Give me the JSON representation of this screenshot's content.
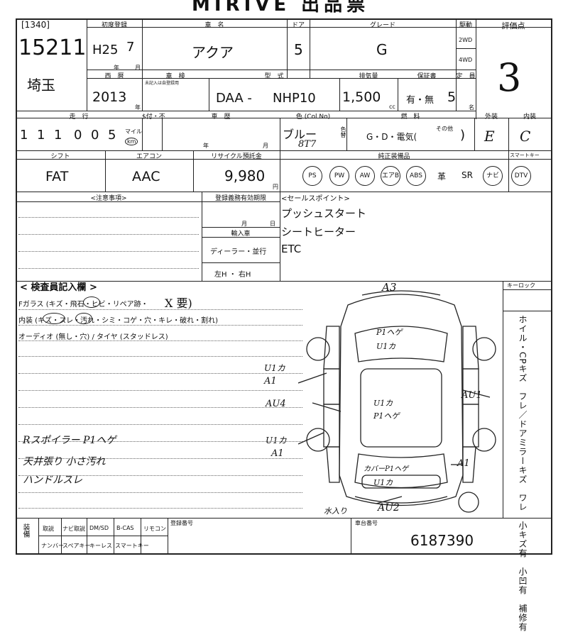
{
  "title": "MIRIVE 出品票",
  "ref_code": "[1340]",
  "lot_number": "15211",
  "first_reg": {
    "header": "初度登録",
    "era_year": "H25",
    "month": "7",
    "year_unit": "年",
    "month_unit": "月"
  },
  "car_name": {
    "header": "車　名",
    "value": "アクア"
  },
  "doors": {
    "header": "ドア",
    "value": "5"
  },
  "grade": {
    "header": "グレード",
    "value": "G"
  },
  "drive": {
    "header": "駆動",
    "opt1": "2WD",
    "opt2": "4WD"
  },
  "score": {
    "header": "評価点",
    "value": "3"
  },
  "region": "埼玉",
  "model_year": {
    "header": "西　暦",
    "value": "2013",
    "unit": "年"
  },
  "inspection": {
    "header": "車　検",
    "note": "未記入は自登録用"
  },
  "model": {
    "header": "型　式",
    "prefix": "DAA -",
    "value": "NHP10"
  },
  "displacement": {
    "header": "排気量",
    "value": "1,500",
    "unit": "cc"
  },
  "warranty": {
    "header": "保証書",
    "value": "有・無"
  },
  "capacity": {
    "header": "定　員",
    "value": "5",
    "unit": "名"
  },
  "mileage": {
    "header": "走　行",
    "digits": [
      "1",
      "1",
      "1",
      "0",
      "0",
      "5"
    ],
    "unit1": "マイル",
    "unit2": "km"
  },
  "gauge": {
    "header": "$付・不"
  },
  "history": {
    "header": "車　歴",
    "year": "年",
    "month": "月"
  },
  "color": {
    "header": "色 (Col.No)",
    "value": "ブルー",
    "code": "8T7",
    "change": "色替"
  },
  "fuel": {
    "header": "燃　料",
    "value": "G・D・電気(",
    "other": "その他",
    "close": ")"
  },
  "exterior": {
    "header": "外装",
    "value": "E"
  },
  "interior": {
    "header": "内装",
    "value": "C"
  },
  "shift": {
    "header": "シフト",
    "value": "FAT"
  },
  "aircon": {
    "header": "エアコン",
    "value": "AAC"
  },
  "recycle": {
    "header": "リサイクル預託金",
    "value": "9,980",
    "unit": "円"
  },
  "equipment": {
    "header": "純正装備品",
    "items": [
      "PS",
      "PW",
      "AW",
      "エアB",
      "ABS",
      "革",
      "SR",
      "ナビ",
      "DTV"
    ]
  },
  "smart_key": "スマートキー",
  "notes_header": "<注意事項>",
  "registry": {
    "header": "登録義務有効期限",
    "month": "月",
    "day": "日",
    "import_header": "輸入車",
    "import_value": "ディーラー・並行",
    "handle": "左H ・ 右H"
  },
  "sales": {
    "header": "<セールスポイント>",
    "lines": [
      "プッシュスタート",
      "シートヒーター",
      "ETC"
    ]
  },
  "inspector": {
    "header": "< 検査員記入欄 >",
    "fglass": "Fガラス (キズ・飛石・ヒビ・リペア跡・",
    "fglass_mark": "X 要)",
    "interior_line": "内装 (キズ・スレ・汚れ・シミ・コゲ・穴・キレ・破れ・割れ)",
    "audio_line": "オーディオ (無し・穴) / タイヤ (スタッドレス)",
    "hand_notes": [
      "Rスポイラー P1ヘゲ",
      "天井張り 小さ汚れ",
      "ハンドルスレ"
    ]
  },
  "keylock": "キーロック",
  "side_text": "ホイル・CPキズ　フレ／ドアミラーキズ　ワレ　小キズ有　小凹有　補修有",
  "diagram": {
    "labels": [
      "A3",
      "P1ヘゲ",
      "U1カ",
      "U1カ",
      "A1",
      "AU4",
      "AU1",
      "U1カ",
      "P1ヘゲ",
      "U1カ",
      "A1",
      "A1",
      "カバーP1ヘゲ",
      "U1カ",
      "AU2",
      "水入り"
    ]
  },
  "footer": {
    "header": "装備",
    "row1": [
      "取説",
      "ナビ取説",
      "DM/SD",
      "B-CAS",
      "リモコン"
    ],
    "row2": [
      "ナンバー",
      "スペアキー",
      "キーレス",
      "スマートキー"
    ],
    "reg_no": "登録番号",
    "chassis_header": "車台番号",
    "chassis": "6187390"
  }
}
